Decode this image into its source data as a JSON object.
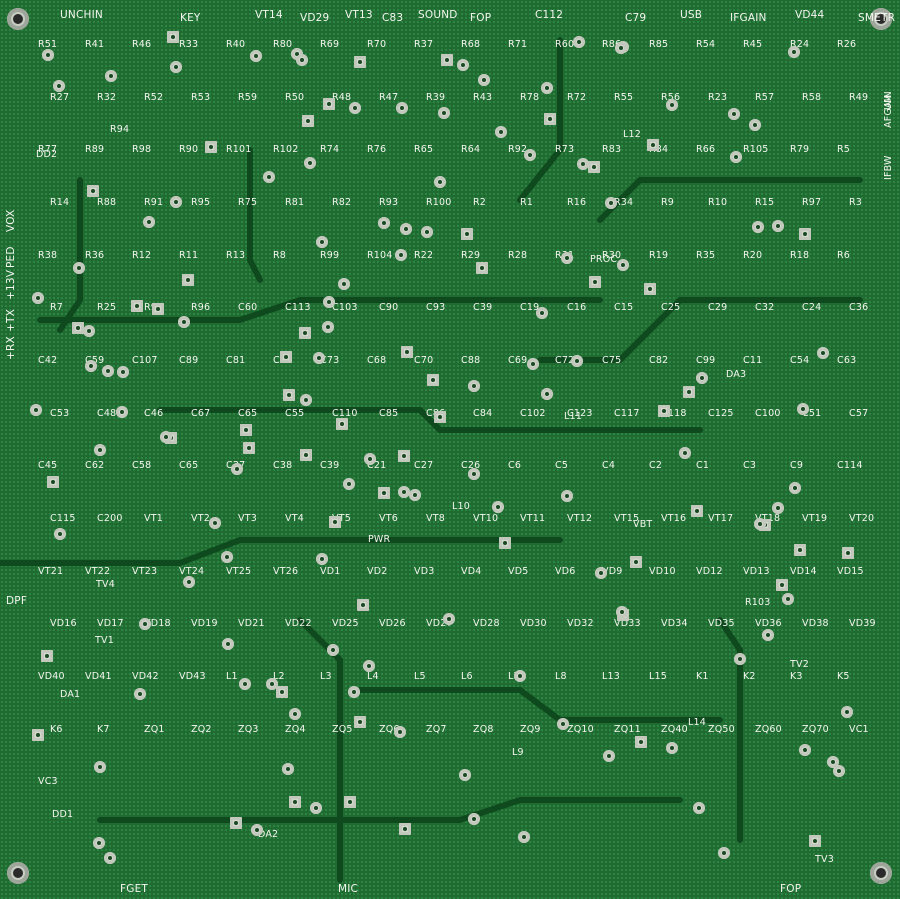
{
  "board": {
    "colors": {
      "base": "#1f6b31",
      "track": "#0f4a1e",
      "silk": "#f4f6f0",
      "pad": "#d4d9cf"
    },
    "top_labels": [
      "UNCHIN",
      "KEY",
      "VT14",
      "VD29",
      "VT13",
      "C83",
      "SOUND",
      "FOP",
      "C112",
      "C79",
      "USB",
      "IFGAIN",
      "VD44",
      "SMETR"
    ],
    "left_labels": [
      "VOX",
      "PED",
      "+13V",
      "+TX",
      "+RX",
      "DPF"
    ],
    "right_labels": [
      "AFGAIN",
      "UM",
      "IFBW"
    ],
    "bottom_labels": [
      "FGET",
      "MIC",
      "FOP"
    ],
    "center_labels": [
      "PWR",
      "PROC",
      "VBT",
      "DA1",
      "DA2",
      "DA3",
      "DD1",
      "DD2",
      "R94",
      "R103",
      "L12",
      "L14",
      "L9",
      "L10",
      "L11",
      "TV1",
      "TV2",
      "TV3",
      "TV4"
    ],
    "component_refs": [
      "R51",
      "R41",
      "R46",
      "R33",
      "R40",
      "R80",
      "R69",
      "R70",
      "R37",
      "R68",
      "R71",
      "R60",
      "R86",
      "R85",
      "R54",
      "R45",
      "R24",
      "R26",
      "R27",
      "R32",
      "R52",
      "R53",
      "R59",
      "R50",
      "R48",
      "R47",
      "R39",
      "R43",
      "R78",
      "R72",
      "R55",
      "R56",
      "R23",
      "R57",
      "R58",
      "R49",
      "R77",
      "R89",
      "R98",
      "R90",
      "R101",
      "R102",
      "R74",
      "R76",
      "R65",
      "R64",
      "R92",
      "R73",
      "R83",
      "R84",
      "R66",
      "R105",
      "R79",
      "R5",
      "R14",
      "R88",
      "R91",
      "R95",
      "R75",
      "R81",
      "R82",
      "R93",
      "R100",
      "R2",
      "R1",
      "R16",
      "R34",
      "R9",
      "R10",
      "R15",
      "R97",
      "R3",
      "R38",
      "R36",
      "R12",
      "R11",
      "R13",
      "R8",
      "R99",
      "R104",
      "R22",
      "R29",
      "R28",
      "R31",
      "R30",
      "R19",
      "R35",
      "R20",
      "R18",
      "R6",
      "R7",
      "R25",
      "R96",
      "R96",
      "C60",
      "C113",
      "C103",
      "C90",
      "C93",
      "C39",
      "C19",
      "C16",
      "C15",
      "C25",
      "C29",
      "C32",
      "C24",
      "C36",
      "C42",
      "C59",
      "C107",
      "C89",
      "C81",
      "C74",
      "C73",
      "C68",
      "C70",
      "C88",
      "C69",
      "C72",
      "C75",
      "C82",
      "C99",
      "C11",
      "C54",
      "C63",
      "C53",
      "C48",
      "C46",
      "C67",
      "C65",
      "C55",
      "C110",
      "C85",
      "C86",
      "C84",
      "C102",
      "C123",
      "C117",
      "C118",
      "C125",
      "C100",
      "C51",
      "C57",
      "C45",
      "C62",
      "C58",
      "C65",
      "C37",
      "C38",
      "C39",
      "C21",
      "C27",
      "C26",
      "C6",
      "C5",
      "C4",
      "C2",
      "C1",
      "C3",
      "C9",
      "C114",
      "C115",
      "C200",
      "VT1",
      "VT2",
      "VT3",
      "VT4",
      "VT5",
      "VT6",
      "VT8",
      "VT10",
      "VT11",
      "VT12",
      "VT15",
      "VT16",
      "VT17",
      "VT18",
      "VT19",
      "VT20",
      "VT21",
      "VT22",
      "VT23",
      "VT24",
      "VT25",
      "VT26",
      "VD1",
      "VD2",
      "VD3",
      "VD4",
      "VD5",
      "VD6",
      "VD9",
      "VD10",
      "VD12",
      "VD13",
      "VD14",
      "VD15",
      "VD16",
      "VD17",
      "VD18",
      "VD19",
      "VD21",
      "VD22",
      "VD25",
      "VD26",
      "VD27",
      "VD28",
      "VD30",
      "VD32",
      "VD33",
      "VD34",
      "VD35",
      "VD36",
      "VD38",
      "VD39",
      "VD40",
      "VD41",
      "VD42",
      "VD43",
      "L1",
      "L2",
      "L3",
      "L4",
      "L5",
      "L6",
      "L7",
      "L8",
      "L13",
      "L15",
      "K1",
      "K2",
      "K3",
      "K5",
      "K6",
      "K7",
      "ZQ1",
      "ZQ2",
      "ZQ3",
      "ZQ4",
      "ZQ5",
      "ZQ6",
      "ZQ7",
      "ZQ8",
      "ZQ9",
      "ZQ10",
      "ZQ11",
      "ZQ40",
      "ZQ50",
      "ZQ60",
      "ZQ70",
      "VC1",
      "VC3"
    ]
  }
}
